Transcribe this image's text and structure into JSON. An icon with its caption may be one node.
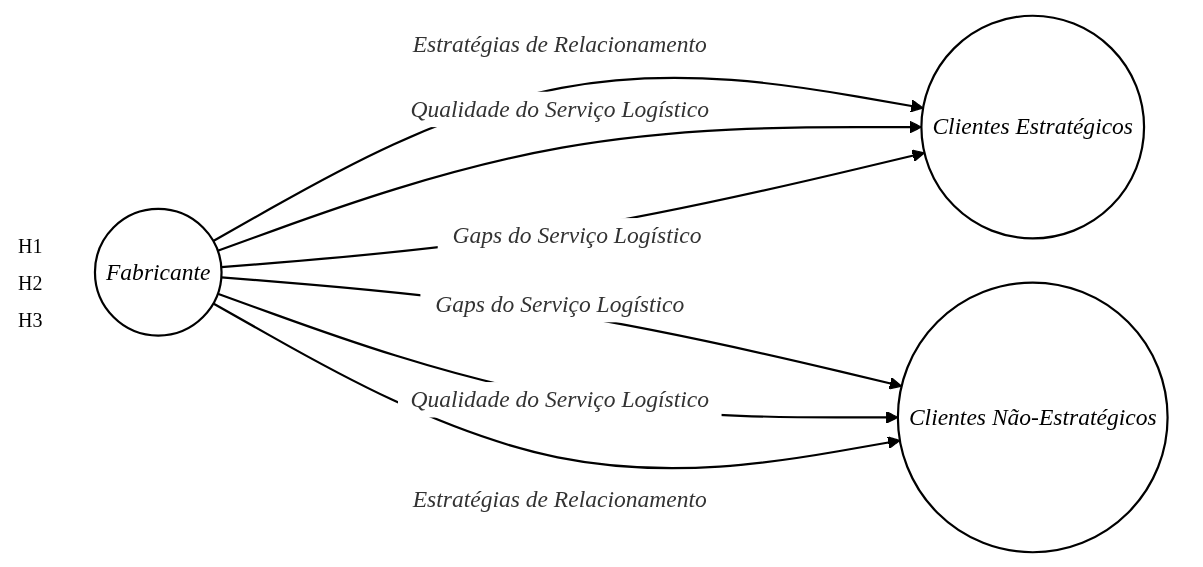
{
  "diagram": {
    "nodes": [
      {
        "text": [
          "Fabricante"
        ]
      },
      {
        "text": [
          "Clientes Estratégicos"
        ]
      },
      {
        "text": [
          "Clientes Não-Estratégicos"
        ]
      }
    ],
    "edges": [
      {
        "from": 0,
        "to": 1,
        "arrow": "to",
        "label": "Estratégias de Relacionamento"
      },
      {
        "from": 0,
        "to": 1,
        "arrow": "to",
        "label": "Qualidade do Serviço Logístico"
      },
      {
        "from": 0,
        "to": 1,
        "arrow": "to",
        "label": "Gaps do Serviço Logístico"
      },
      {
        "from": 0,
        "to": 2,
        "arrow": "to",
        "label": "Gaps do Serviço Logístico"
      },
      {
        "from": 0,
        "to": 2,
        "arrow": "to",
        "label": "Qualidade do Serviço Logístico"
      },
      {
        "from": 0,
        "to": 2,
        "arrow": "to",
        "label": "Estratégias de Relacionamento"
      }
    ],
    "labels": [
      "H1",
      "H2",
      "H3"
    ]
  }
}
